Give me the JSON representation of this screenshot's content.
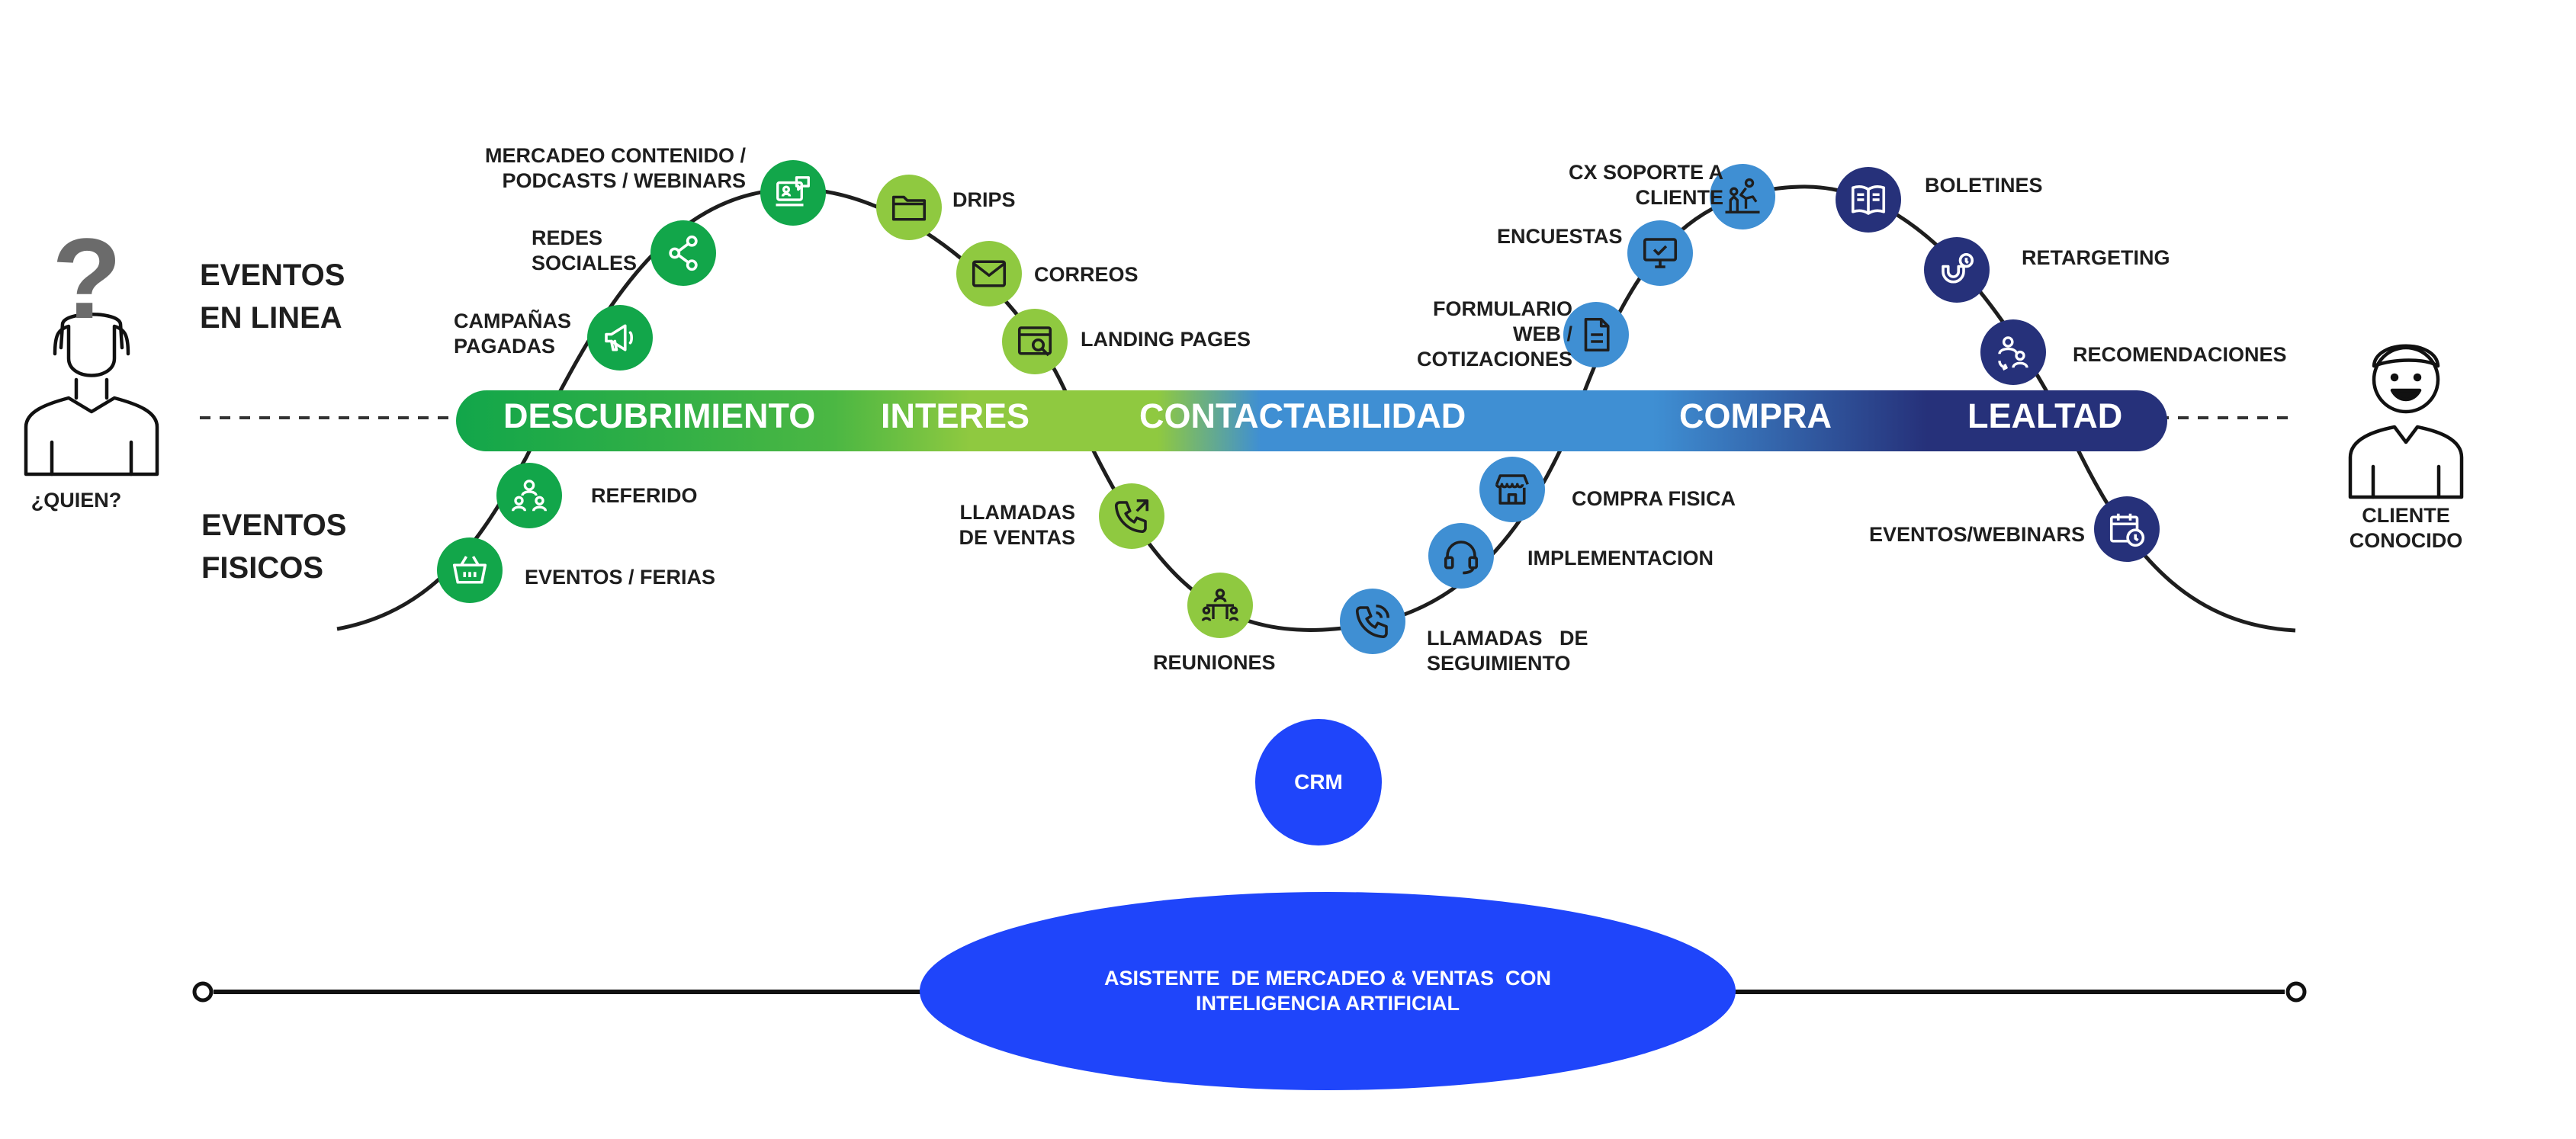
{
  "left_persona": {
    "question_mark": "?",
    "caption": "¿QUIEN?"
  },
  "right_persona": {
    "caption_line1": "CLIENTE",
    "caption_line2": "CONOCIDO"
  },
  "side_labels": {
    "online_line1": "EVENTOS",
    "online_line2": "EN LINEA",
    "physical_line1": "EVENTOS",
    "physical_line2": "FISICOS"
  },
  "stages": [
    "DESCUBRIMIENTO",
    "INTERES",
    "CONTACTABILIDAD",
    "COMPRA",
    "LEALTAD"
  ],
  "colors": {
    "green_dark": "#12a64a",
    "green_light": "#8fc940",
    "blue_light": "#3f8fd3",
    "blue_dark": "#26317a",
    "brand_blue": "#1f45fa",
    "line": "#1e1e1e"
  },
  "touchpoints": [
    {
      "icon": "megaphone-icon",
      "line1": "CAMPAÑAS",
      "line2": "PAGADAS"
    },
    {
      "icon": "share-icon",
      "line1": "REDES",
      "line2": "SOCIALES"
    },
    {
      "icon": "podcast-screen-icon",
      "line1": "MERCADEO CONTENIDO /",
      "line2": "PODCASTS / WEBINARS"
    },
    {
      "icon": "folder-icon",
      "line1": "DRIPS"
    },
    {
      "icon": "mail-icon",
      "line1": "CORREOS"
    },
    {
      "icon": "browser-search-icon",
      "line1": "LANDING PAGES"
    },
    {
      "icon": "referral-icon",
      "line1": "REFERIDO"
    },
    {
      "icon": "basket-icon",
      "line1": "EVENTOS / FERIAS"
    },
    {
      "icon": "phone-outgoing-icon",
      "line1": "LLAMADAS",
      "line2": "DE VENTAS"
    },
    {
      "icon": "meeting-icon",
      "line1": "REUNIONES"
    },
    {
      "icon": "phone-call-icon",
      "line1": "LLAMADAS   DE",
      "line2": "SEGUIMIENTO"
    },
    {
      "icon": "headset-icon",
      "line1": "IMPLEMENTACION"
    },
    {
      "icon": "store-icon",
      "line1": "COMPRA FISICA"
    },
    {
      "icon": "document-icon",
      "line1": "FORMULARIO",
      "line2": "WEB /",
      "line3": "COTIZACIONES"
    },
    {
      "icon": "monitor-check-icon",
      "line1": "ENCUESTAS"
    },
    {
      "icon": "support-team-icon",
      "line1": "CX SOPORTE A",
      "line2": "CLIENTE"
    },
    {
      "icon": "book-icon",
      "line1": "BOLETINES"
    },
    {
      "icon": "magnet-icon",
      "line1": "RETARGETING"
    },
    {
      "icon": "recommend-icon",
      "line1": "RECOMENDACIONES"
    },
    {
      "icon": "calendar-clock-icon",
      "line1": "EVENTOS/WEBINARS"
    }
  ],
  "crm": {
    "label": "CRM"
  },
  "assistant": {
    "line1": "ASISTENTE  DE MERCADEO & VENTAS  CON",
    "line2": "INTELIGENCIA ARTIFICIAL"
  }
}
